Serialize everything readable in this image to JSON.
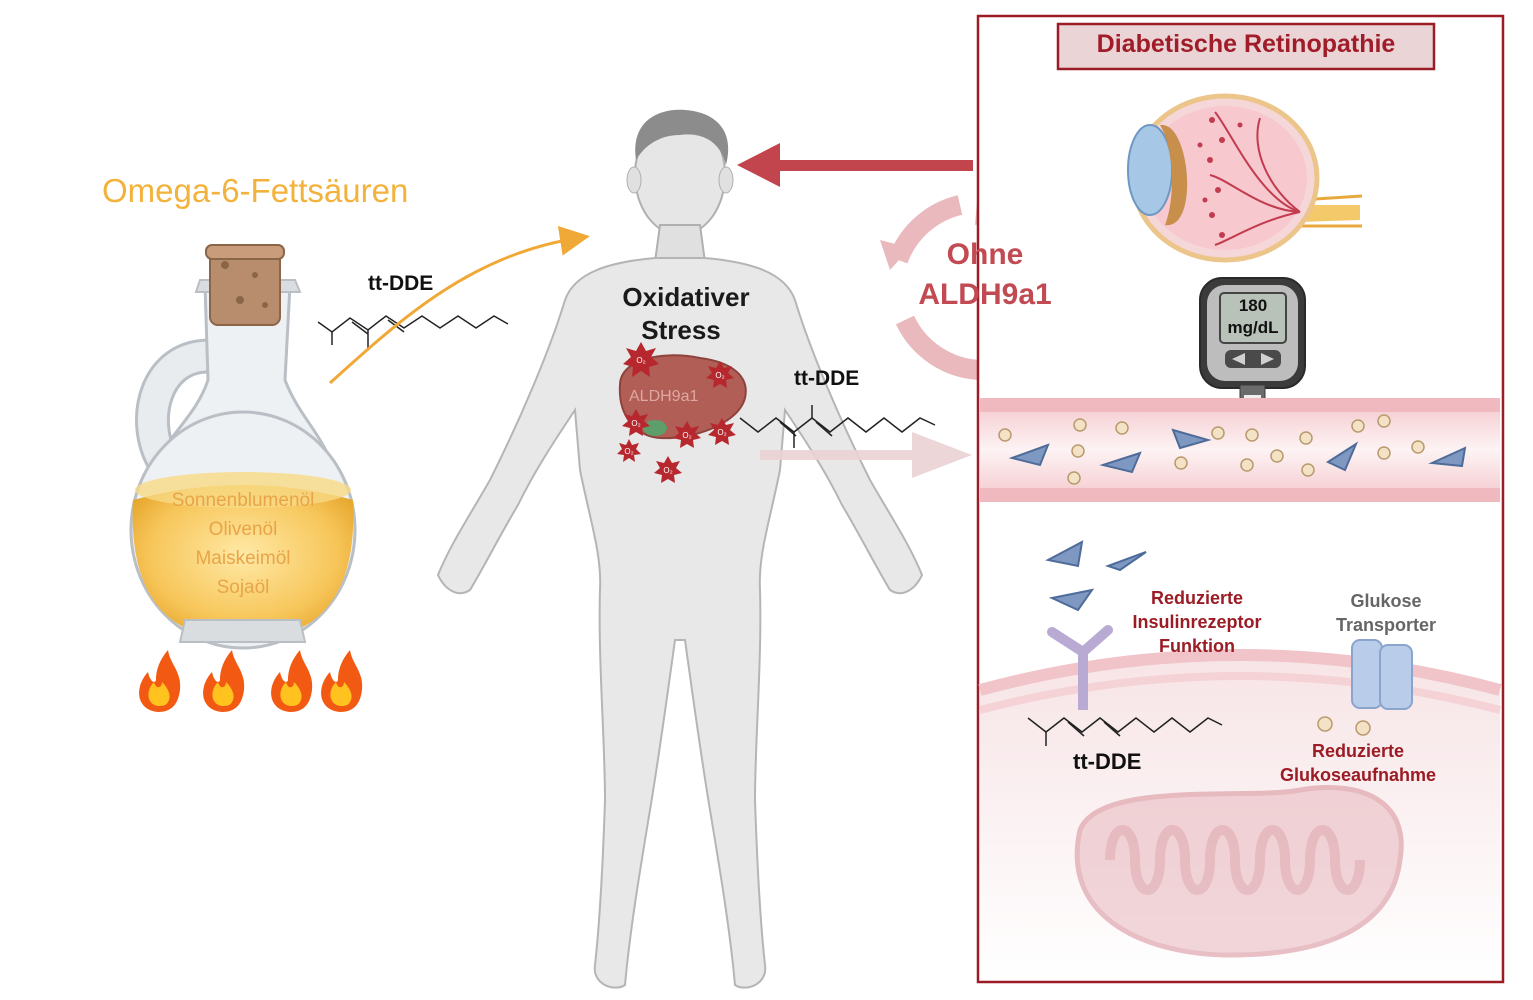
{
  "left": {
    "title": "Omega-6-Fettsäuren",
    "oils": [
      "Sonnenblumenöl",
      "Olivenöl",
      "Maiskeimöl",
      "Sojaöl"
    ],
    "molecule_label": "tt-DDE"
  },
  "body": {
    "stress_label_1": "Oxidativer",
    "stress_label_2": "Stress",
    "liver_label": "ALDH9a1",
    "molecule_label": "tt-DDE",
    "radical_label": "O₂"
  },
  "center": {
    "cycle_label_1": "Ohne",
    "cycle_label_2": "ALDH9a1"
  },
  "panel": {
    "title": "Diabetische Retinopathie",
    "meter_value": "180",
    "meter_unit": "mg/dL",
    "insulin_1": "Reduzierte",
    "insulin_2": "Insulinrezeptor",
    "insulin_3": "Funktion",
    "transporter_1": "Glukose",
    "transporter_2": "Transporter",
    "uptake_1": "Reduzierte",
    "uptake_2": "Glukoseaufnahme",
    "molecule_label": "tt-DDE"
  },
  "colors": {
    "panel_border": "#9b1c24",
    "panel_title_text": "#a01c28",
    "omega_text": "#f3b23c",
    "cycle": "#e9b9bd",
    "arrow_red": "#c2444c"
  }
}
